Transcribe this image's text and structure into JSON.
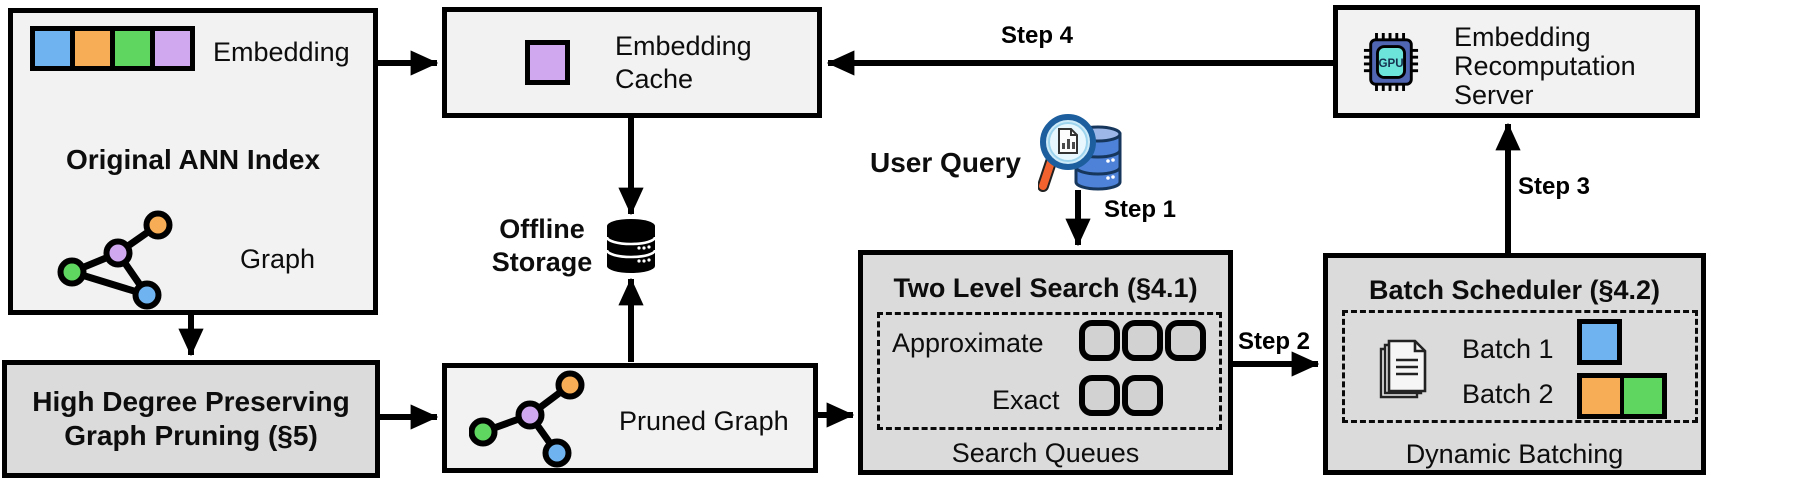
{
  "colors": {
    "blue": "#6FB3F0",
    "orange": "#F6AD55",
    "green": "#5FD65F",
    "purple": "#CFA8F0",
    "box_light": "#F2F2F2",
    "box_dark": "#DBDBDB",
    "queue_fill": "#D2D2D2",
    "gpu_body": "#5066B2",
    "gpu_core": "#6CE4DA",
    "db_blue": "#4D82D8",
    "db_blue_light": "#9DB8E8",
    "db_stroke": "#16365C",
    "handle_orange": "#F2622E"
  },
  "ann": {
    "embedding_label": "Embedding",
    "title": "Original ANN Index",
    "graph_label": "Graph"
  },
  "pruning": {
    "line1": "High Degree Preserving",
    "line2": "Graph Pruning (§5)"
  },
  "cache": {
    "line1": "Embedding",
    "line2": "Cache"
  },
  "storage": {
    "line1": "Offline",
    "line2": "Storage"
  },
  "pruned": {
    "label": "Pruned Graph"
  },
  "query": {
    "label": "User Query"
  },
  "search": {
    "title": "Two Level Search (§4.1)",
    "approximate": "Approximate",
    "exact": "Exact",
    "footer": "Search Queues"
  },
  "batcher": {
    "title": "Batch Scheduler (§4.2)",
    "batch1": "Batch 1",
    "batch2": "Batch 2",
    "footer": "Dynamic Batching"
  },
  "server": {
    "line1": "Embedding",
    "line2": "Recomputation",
    "line3": "Server",
    "gpu": "GPU"
  },
  "steps": {
    "s1": "Step 1",
    "s2": "Step 2",
    "s3": "Step 3",
    "s4": "Step 4"
  }
}
